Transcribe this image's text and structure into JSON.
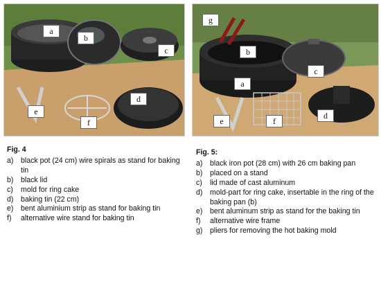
{
  "fig4": {
    "title": "Fig. 4",
    "labels": [
      "a",
      "b",
      "c",
      "d",
      "e",
      "f"
    ],
    "items": [
      {
        "letter": "a)",
        "text": "black pot (24 cm) wire spirals as stand for baking tin"
      },
      {
        "letter": "b)",
        "text": "black lid"
      },
      {
        "letter": "c)",
        "text": "mold for ring cake"
      },
      {
        "letter": "d)",
        "text": "baking tin (22 cm)"
      },
      {
        "letter": "e)",
        "text": "bent aluminium strip as stand for baking tin"
      },
      {
        "letter": "f)",
        "text": "alternative wire stand for baking tin"
      }
    ]
  },
  "fig5": {
    "title": "Fig. 5:",
    "labels": [
      "a",
      "b",
      "c",
      "d",
      "e",
      "f",
      "g"
    ],
    "items": [
      {
        "letter": "a)",
        "text": "black iron pot (28 cm) with 26 cm baking pan"
      },
      {
        "letter": "b)",
        "text": "placed on a stand"
      },
      {
        "letter": "c)",
        "text": "lid made of cast aluminum"
      },
      {
        "letter": "d)",
        "text": "mold-part for ring cake, insertable in the ring of the baking pan (b)"
      },
      {
        "letter": "e)",
        "text": "bent aluminum strip as stand for the baking tin"
      },
      {
        "letter": "f)",
        "text": "alternative wire frame"
      },
      {
        "letter": "g)",
        "text": "pliers for removing the hot baking mold"
      }
    ]
  }
}
